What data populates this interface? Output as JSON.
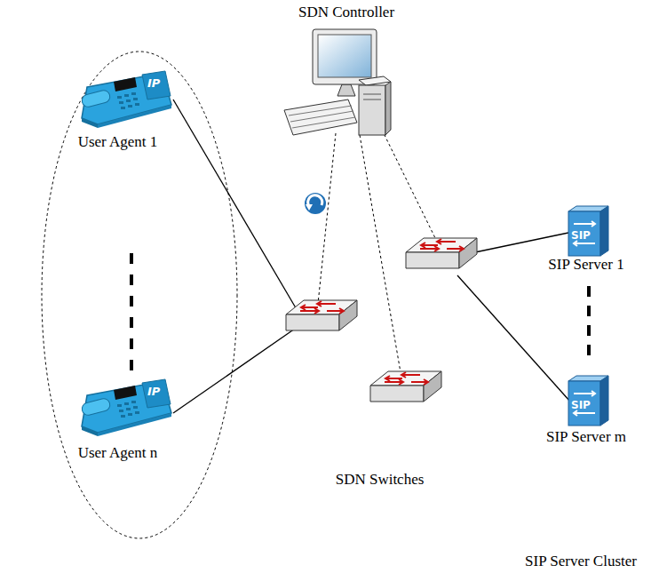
{
  "diagram": {
    "nodes": [
      {
        "text": [
          "SDN Controller"
        ]
      },
      {
        "text": [
          "User Agent 1"
        ]
      },
      {
        "text": [
          "User Agent n"
        ]
      },
      {
        "text": [
          "SDN Switches"
        ]
      },
      {
        "text": [
          "SIP Server Cluster"
        ]
      },
      {
        "text": [
          "SIP Server 1"
        ],
        "in": 4
      },
      {
        "text": [
          "SIP Server m"
        ],
        "in": 4
      }
    ],
    "edges": [
      {
        "from": 1,
        "to": 3,
        "arrow": "none"
      },
      {
        "from": 2,
        "to": 3,
        "arrow": "none"
      },
      {
        "from": 3,
        "to": 5,
        "arrow": "none"
      },
      {
        "from": 3,
        "to": 6,
        "arrow": "none"
      },
      {
        "from": 0,
        "to": 3,
        "arrow": "none"
      },
      {
        "from": 0,
        "to": 3,
        "arrow": "none"
      },
      {
        "from": 0,
        "to": 3,
        "arrow": "none"
      }
    ],
    "labels": [
      "IP",
      "IP",
      "SIP",
      "SIP"
    ]
  }
}
